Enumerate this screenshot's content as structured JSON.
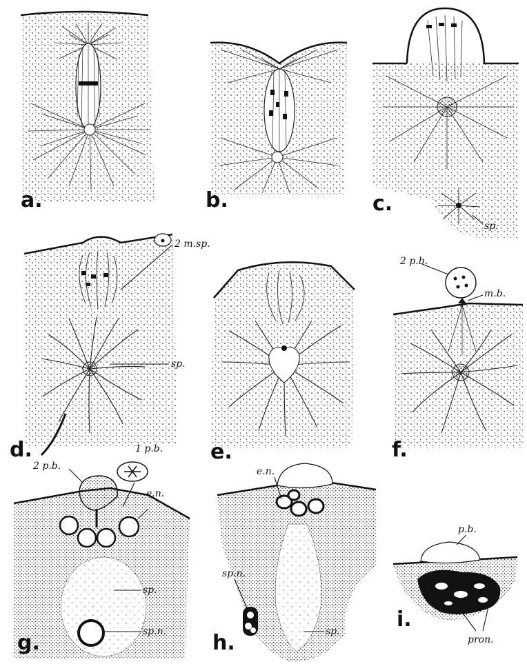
{
  "panels": [
    {
      "letter": "a.",
      "labels": []
    },
    {
      "letter": "b.",
      "labels": []
    },
    {
      "letter": "c.",
      "labels": [
        "sp."
      ]
    },
    {
      "letter": "d.",
      "labels": [
        "2 m.sp.",
        "sp."
      ]
    },
    {
      "letter": "e.",
      "labels": []
    },
    {
      "letter": "f.",
      "labels": [
        "2 p.b.",
        "m.b."
      ]
    },
    {
      "letter": "g.",
      "labels": [
        "2 p.b.",
        "1 p.b.",
        "e.n.",
        "sp.",
        "sp.n."
      ]
    },
    {
      "letter": "h.",
      "labels": [
        "e.n.",
        "sp.n.",
        "sp."
      ]
    },
    {
      "letter": "i.",
      "labels": [
        "p.b.",
        "pron."
      ]
    }
  ]
}
